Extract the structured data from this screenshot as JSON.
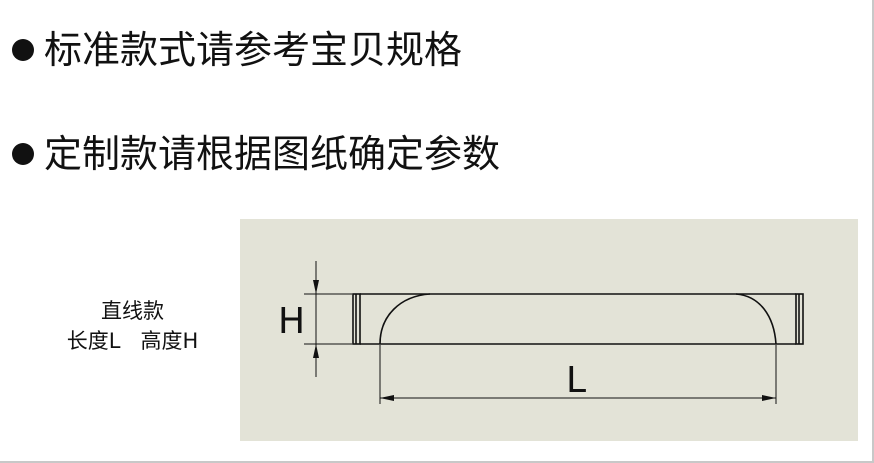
{
  "bullets": [
    "标准款式请参考宝贝规格",
    "定制款请根据图纸确定参数"
  ],
  "caption": {
    "title": "直线款",
    "dimensions": "长度L   高度H"
  },
  "diagram": {
    "height_label": "H",
    "length_label": "L"
  },
  "colors": {
    "panel_bg": "#e3e3d7",
    "line": "#111111"
  }
}
